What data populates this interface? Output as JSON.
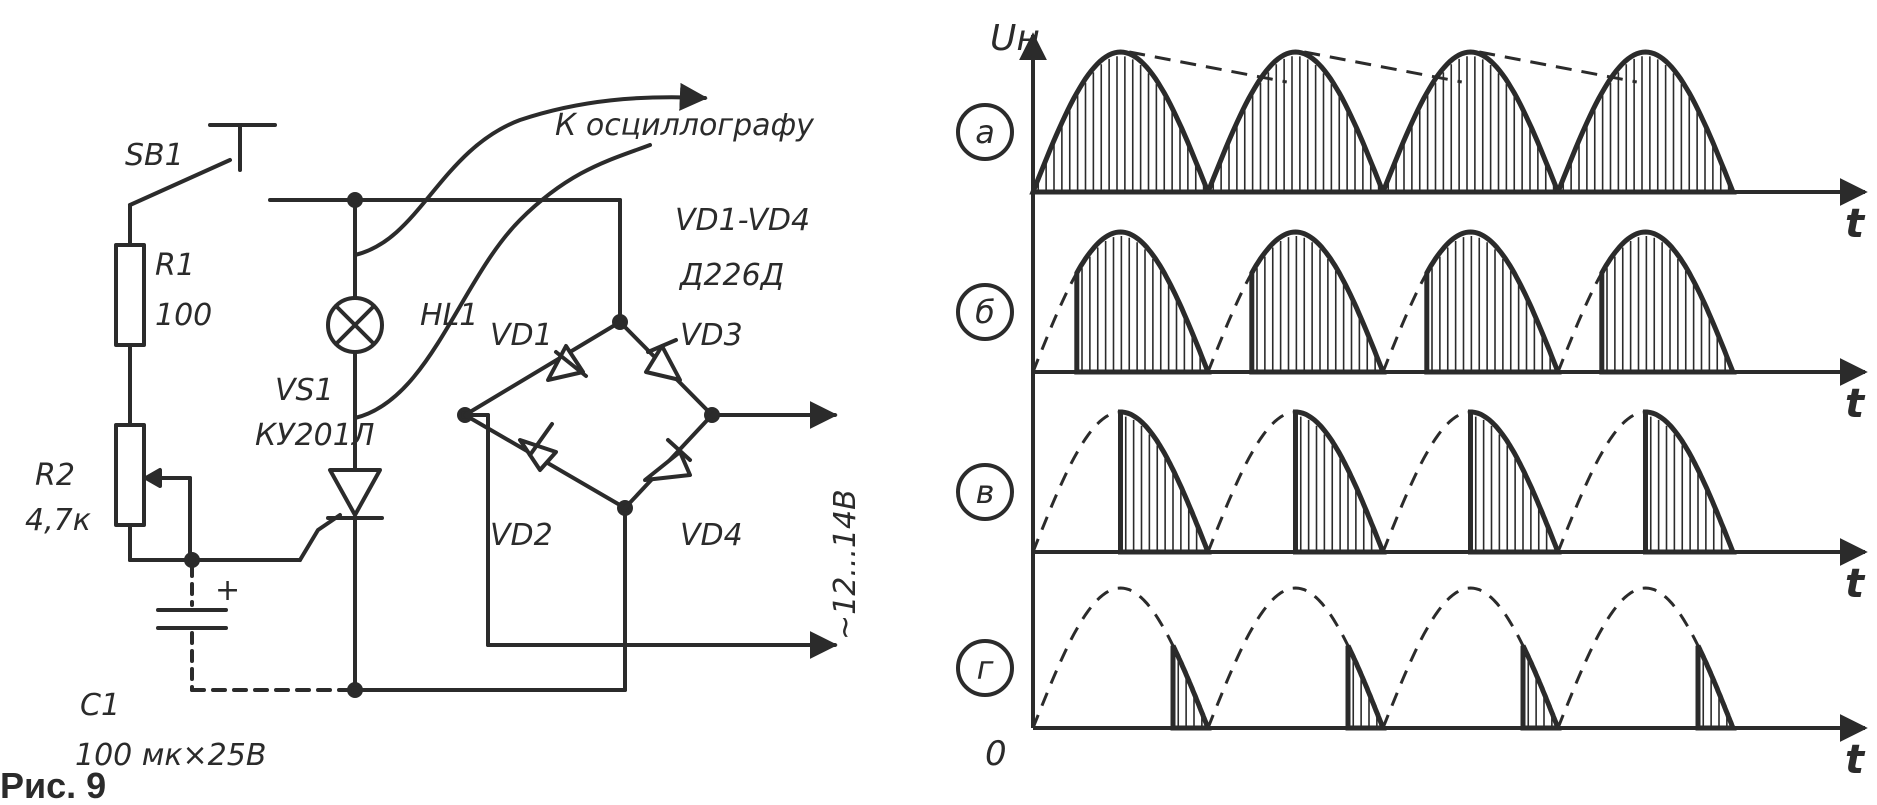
{
  "figure_caption": "Рис. 9",
  "circuit": {
    "to_oscilloscope": "К осциллографу",
    "switch": "SB1",
    "r1": {
      "ref": "R1",
      "value": "100"
    },
    "r2": {
      "ref": "R2",
      "value": "4,7к"
    },
    "lamp": "HL1",
    "thyristor": {
      "ref": "VS1",
      "value": "КУ201Л"
    },
    "bridge": {
      "ref": "VD1-VD4",
      "value": "Д226Д"
    },
    "diodes": [
      "VD1",
      "VD2",
      "VD3",
      "VD4"
    ],
    "capacitor": {
      "ref": "C1",
      "value": "100 мк×25В",
      "polarity": "+"
    },
    "supply": "~12...14В"
  },
  "waveforms": {
    "y_axis_label": "Uн",
    "x_axis_label": "t",
    "origin_label": "0",
    "panels": [
      {
        "label": "а",
        "conduction_start_fraction": 0.0,
        "envelope": "dashed-decay"
      },
      {
        "label": "б",
        "conduction_start_fraction": 0.25
      },
      {
        "label": "в",
        "conduction_start_fraction": 0.5
      },
      {
        "label": "г",
        "conduction_start_fraction": 0.8
      }
    ],
    "half_periods_per_panel": 4
  },
  "colors": {
    "ink": "#2b2b2b",
    "paper": "#ffffff"
  }
}
